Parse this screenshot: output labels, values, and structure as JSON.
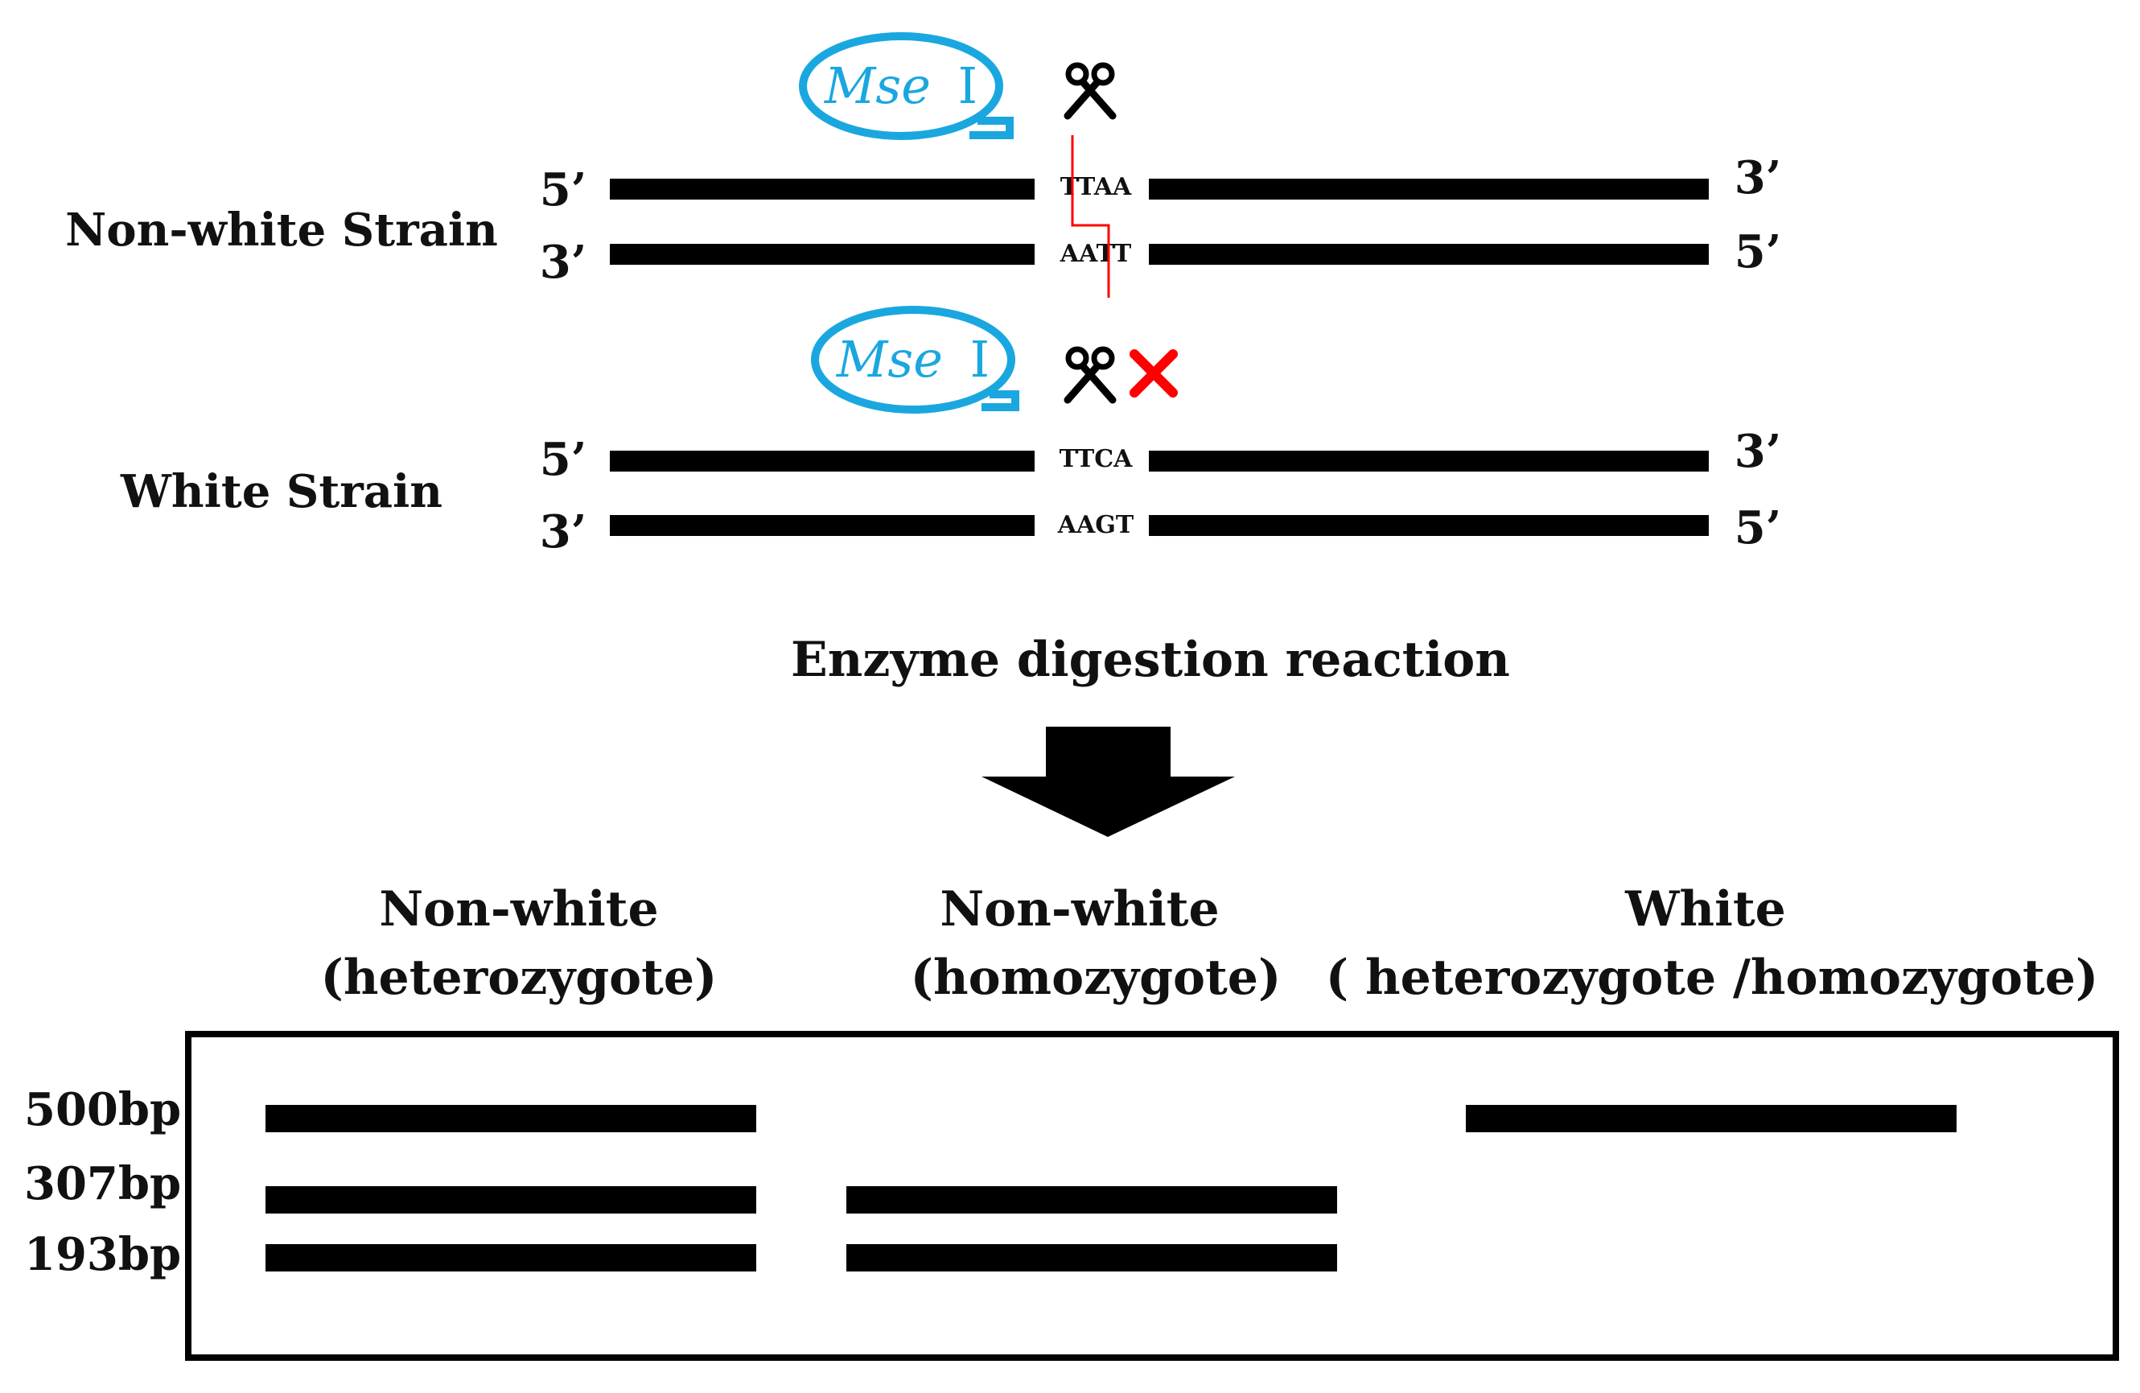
{
  "colors": {
    "strand": "#000000",
    "enzyme": "#1aa7e0",
    "cut_line": "#ff0000",
    "no_cut_mark": "#ff0000",
    "text": "#111111"
  },
  "enzyme": {
    "name_italic": "Mse",
    "name_roman": "I"
  },
  "strains": [
    {
      "label": "Non-white Strain",
      "top_left": "5’",
      "top_right": "3’",
      "bottom_left": "3’",
      "bottom_right": "5’",
      "top_seq": "TTAA",
      "bottom_seq": "AATT",
      "cut": true
    },
    {
      "label": "White Strain",
      "top_left": "5’",
      "top_right": "3’",
      "bottom_left": "3’",
      "bottom_right": "5’",
      "top_seq": "TTCA",
      "bottom_seq": "AAGT",
      "cut": false
    }
  ],
  "icons": {
    "scissors": "scissors-icon",
    "no_cut": "red-x-icon",
    "arrow": "down-arrow-icon"
  },
  "reaction_label": "Enzyme digestion reaction",
  "gel": {
    "lanes": [
      {
        "line1": "Non-white",
        "line2": "(heterozygote)",
        "bands": [
          "500bp",
          "307bp",
          "193bp"
        ]
      },
      {
        "line1": "Non-white",
        "line2": "(homozygote)",
        "bands": [
          "307bp",
          "193bp"
        ]
      },
      {
        "line1": "White",
        "line2": "( heterozygote /homozygote)",
        "bands": [
          "500bp"
        ]
      }
    ],
    "size_markers": [
      "500bp",
      "307bp",
      "193bp"
    ]
  }
}
